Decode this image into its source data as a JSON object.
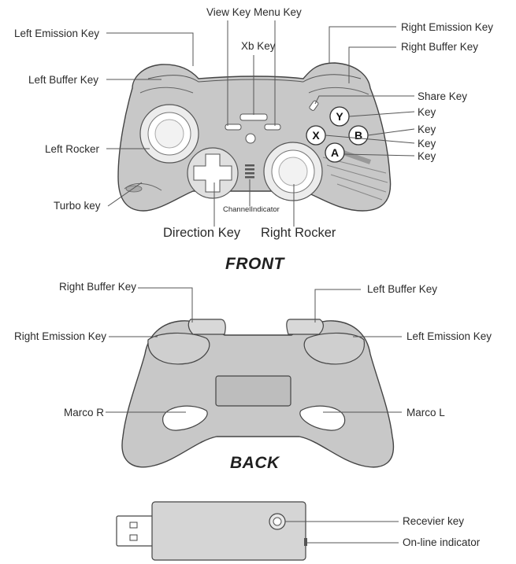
{
  "front": {
    "heading": "FRONT",
    "labels": {
      "view_key": "View Key",
      "menu_key": "Menu Key",
      "xb_key": "Xb Key",
      "left_emission_key": "Left Emission Key",
      "left_buffer_key": "Left Buffer Key",
      "left_rocker": "Left Rocker",
      "turbo_key": "Turbo key",
      "channel_indicator": "ChannelIndicator",
      "direction_key": "Direction Key",
      "right_rocker": "Right Rocker",
      "right_emission_key": "Right Emission Key",
      "right_buffer_key": "Right Buffer Key",
      "share_key": "Share Key",
      "key_y": "Key",
      "key_b": "Key",
      "key_x": "Key",
      "key_a": "Key"
    },
    "buttons": {
      "y": "Y",
      "b": "B",
      "x": "X",
      "a": "A"
    }
  },
  "back": {
    "heading": "BACK",
    "labels": {
      "right_buffer_key": "Right Buffer Key",
      "left_buffer_key": "Left Buffer Key",
      "right_emission_key": "Right Emission Key",
      "left_emission_key": "Left Emission Key",
      "marco_r": "Marco R",
      "marco_l": "Marco L"
    }
  },
  "receiver": {
    "labels": {
      "receiver_key": "Recevier key",
      "online_indicator": "On-line indicator"
    }
  }
}
